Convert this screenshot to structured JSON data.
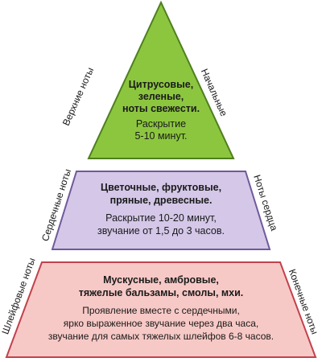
{
  "tiers": {
    "top": {
      "title": "Цитрусовые,\nзеленые,\nноты свежести.",
      "desc": "Раскрытие\n5-10 минут.",
      "left_label": "Верхние ноты",
      "right_label": "Начальные",
      "fill": "#8cc63f",
      "stroke": "#4e7f1d"
    },
    "middle": {
      "title": "Цветочные, фруктовые,\nпряные, древесные.",
      "desc": "Раскрытие 10-20 минут,\nзвучание от 1,5 до 3 часов.",
      "left_label": "Сердечные ноты",
      "right_label": "Ноты сердца",
      "fill": "#d4c7e8",
      "stroke": "#6f5a9a"
    },
    "bottom": {
      "title": "Мускусные, амбровые,\nтяжелые бальзамы, смолы, мхи.",
      "desc": "Проявление вместе с сердечными,\nярко выраженное звучание через два часа,\nзвучание для самых тяжелых шлейфов 6-8 часов.",
      "left_label": "Шлейфовые ноты",
      "right_label": "Конечные ноты",
      "fill": "#f7c9c6",
      "stroke": "#c2414b"
    }
  }
}
